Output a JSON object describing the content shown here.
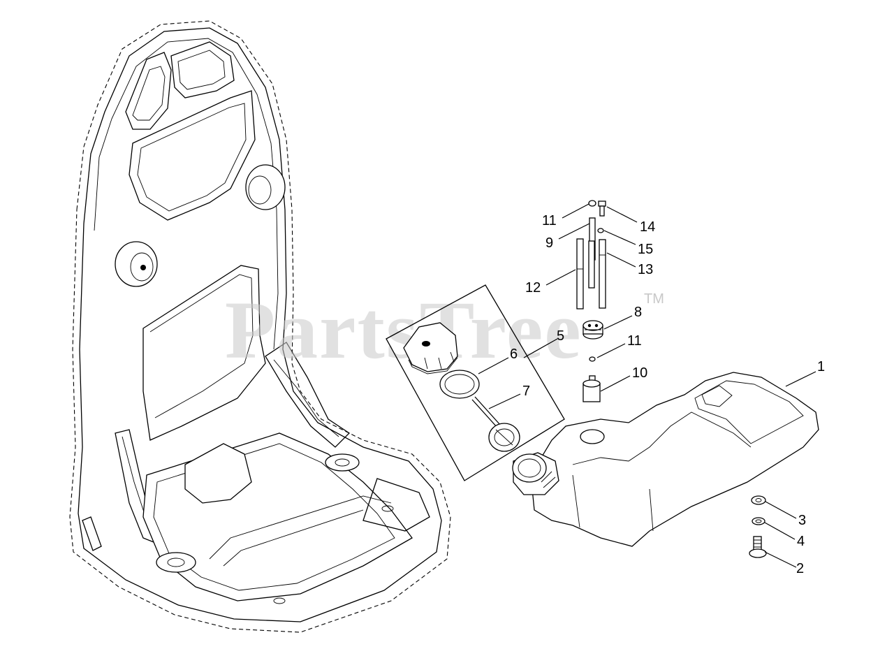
{
  "watermark": {
    "text": "PartsTree",
    "tm": "TM"
  },
  "callouts": [
    {
      "id": "callout-1",
      "label": "1"
    },
    {
      "id": "callout-2",
      "label": "2"
    },
    {
      "id": "callout-3",
      "label": "3"
    },
    {
      "id": "callout-4",
      "label": "4"
    },
    {
      "id": "callout-5",
      "label": "5"
    },
    {
      "id": "callout-6",
      "label": "6"
    },
    {
      "id": "callout-7",
      "label": "7"
    },
    {
      "id": "callout-8",
      "label": "8"
    },
    {
      "id": "callout-9",
      "label": "9"
    },
    {
      "id": "callout-10",
      "label": "10"
    },
    {
      "id": "callout-11a",
      "label": "11"
    },
    {
      "id": "callout-11b",
      "label": "11"
    },
    {
      "id": "callout-12",
      "label": "12"
    },
    {
      "id": "callout-13",
      "label": "13"
    },
    {
      "id": "callout-14",
      "label": "14"
    },
    {
      "id": "callout-15",
      "label": "15"
    }
  ]
}
